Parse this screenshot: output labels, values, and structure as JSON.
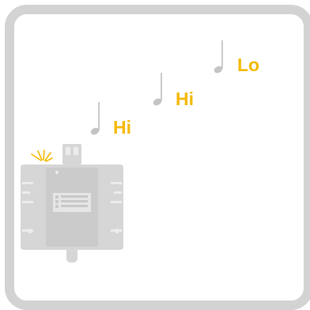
{
  "colors": {
    "frame": "#d3d3d3",
    "accent": "#f5b800",
    "note": "#c4c4c4",
    "device_body": "#d6d6d6",
    "device_panel": "#cbcbcb",
    "device_detail": "#ececec",
    "spark": "#f5b800"
  },
  "icons": {
    "note": "quarter-note-icon",
    "device": "ir-sensor-module-icon",
    "spark": "signal-spark-icon"
  },
  "tones": [
    {
      "label": "Hi"
    },
    {
      "label": "Hi"
    },
    {
      "label": "Lo"
    }
  ]
}
